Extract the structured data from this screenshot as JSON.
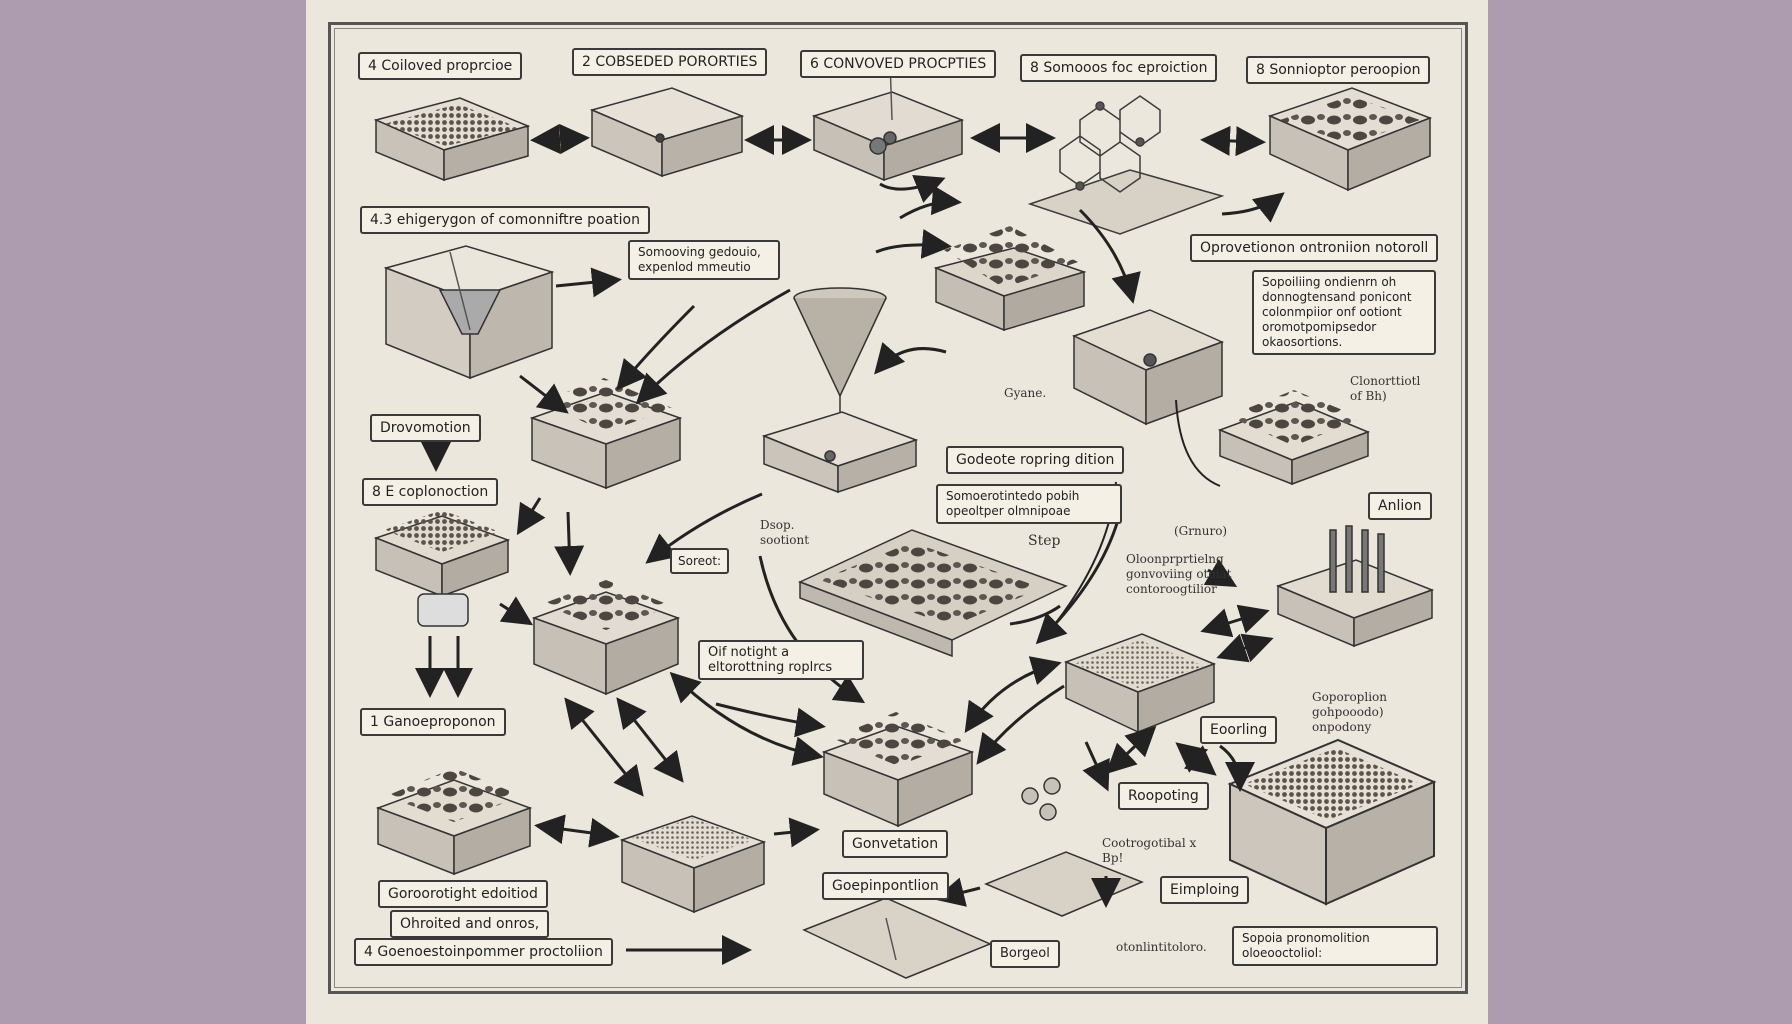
{
  "labels": {
    "l1": "4 Coiloved proprcioe",
    "l2": "2 COBSEDED PORORTIES",
    "l3": "6 CONVOVED PROCPTIES",
    "l4": "8 Somooos foc eproiction",
    "l5": "8 Sonnioptor peroopion",
    "l6": "4.3 ehigerygon of comonniftre poation",
    "l7": "Somooving gedouio, expenlod mmeutio",
    "l8": "Oprovetionon ontroniion notoroll",
    "l9": "Sopoiliing ondienrn oh donnogtensand ponicont colonmpiior onf ootiont oromotpomipsedor okaosortions.",
    "l10": "Drovomotion",
    "l11": "8 E coplonoction",
    "l12": "Godeote ropring dition",
    "l13": "Somoerotintedo pobih opeoltper olmnipoae",
    "l14": "Anlion",
    "l15": "Oif notight a eltorottning roplrcs",
    "l16": "1 Ganoeproponon",
    "l17": "Eoorling",
    "l18": "Gonvetation",
    "l19": "Goepinpontlion",
    "l20": "Roopoting",
    "l21": "Eimploing",
    "l22": "Goroorotight edoitiod",
    "l23": "Ohroited and onros,",
    "l24": "4 Goenoestoinpommer proctoliion",
    "l25": "Sopoia pronomolition oloeooctoliol:",
    "l26": "Soreot:",
    "l27": "Borgeol"
  },
  "texts": {
    "t1": "Gyane.",
    "t2": "Clonorttiotl of Bh)",
    "t3": "Dsop. sootiont",
    "t4": "Step",
    "t5": "(Grnuro)",
    "t6": "Oloonprprtielng gonvoviing otoiat contoroogtilior",
    "t7": "Goporoplion gohpooodo) onpodony",
    "t8": "Cootrogotibal x Bp!",
    "t9": "otonlintitoloro."
  },
  "colors": {
    "background": "#ad9bb0",
    "paper": "#ece7dc",
    "ink": "#333333"
  }
}
